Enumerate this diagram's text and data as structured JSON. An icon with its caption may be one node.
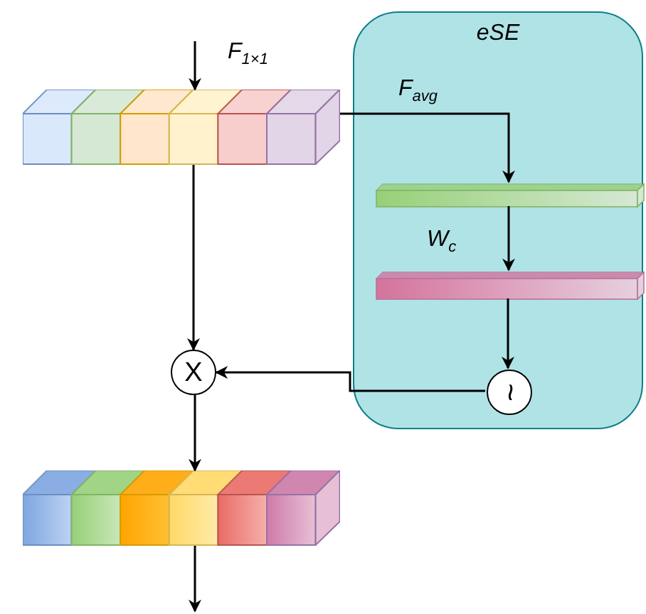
{
  "diagram": {
    "nodes": [
      {
        "text": [
          "eSE"
        ]
      },
      {
        "text": [],
        "shape": "bar"
      },
      {
        "text": [],
        "shape": "bar",
        "in": 0
      },
      {
        "text": [],
        "shape": "bar",
        "in": 0
      },
      {
        "text": [
          "~"
        ],
        "in": 0
      },
      {
        "text": [
          "X"
        ]
      },
      {
        "text": [],
        "shape": "bar"
      }
    ],
    "edges": [
      {
        "from": null,
        "to": 1,
        "arrow": "to",
        "label": "F$_{1×1}$"
      },
      {
        "from": 1,
        "to": 2,
        "arrow": "to",
        "label": "F$_{avg}$"
      },
      {
        "from": 2,
        "to": 3,
        "arrow": "to",
        "label": "W$_{c}$"
      },
      {
        "from": 3,
        "to": 4,
        "arrow": "to"
      },
      {
        "from": 4,
        "to": 5,
        "arrow": "to"
      },
      {
        "from": 1,
        "to": 5,
        "arrow": "to"
      },
      {
        "from": 5,
        "to": 6,
        "arrow": "to"
      },
      {
        "from": 6,
        "to": null,
        "arrow": "to"
      }
    ]
  }
}
